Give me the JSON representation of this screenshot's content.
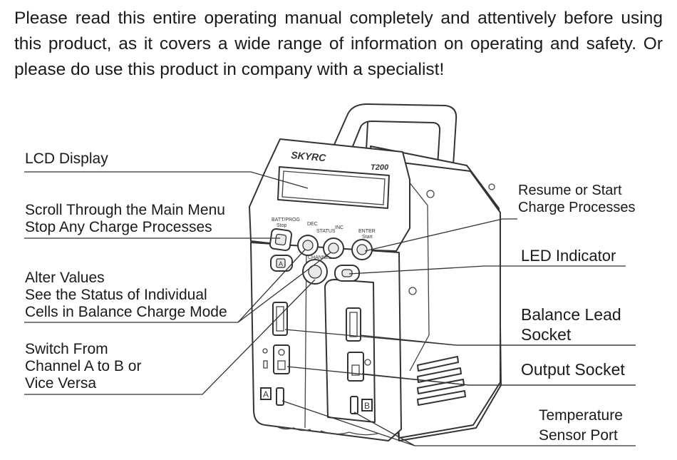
{
  "intro": "Please read this entire operating manual completely and attentively before using this product, as it covers a wide range of information on operating and safety. Or please do use this product in company with a specialist!",
  "device": {
    "brand": "SKYRC",
    "model": "T200",
    "buttons": {
      "batt_prog": "BATT/PROG",
      "stop": "Stop",
      "dec": "DEC",
      "inc": "INC",
      "status": "STATUS",
      "enter": "ENTER",
      "start": "Start",
      "channel": "CHANNEL",
      "a": "A"
    },
    "channel_a": "A",
    "channel_b": "B"
  },
  "labels": {
    "lcd": [
      "LCD Display"
    ],
    "scroll": [
      "Scroll Through the Main Menu",
      "Stop Any Charge Processes"
    ],
    "alter": [
      "Alter Values",
      "See the Status of Individual",
      "Cells in Balance Charge Mode"
    ],
    "switch": [
      "Switch From",
      "Channel A to B or",
      "Vice Versa"
    ],
    "resume": [
      "Resume or Start",
      "Charge Processes"
    ],
    "led": [
      "LED Indicator"
    ],
    "balance": [
      "Balance Lead",
      "Socket"
    ],
    "output": [
      "Output Socket"
    ],
    "temp": [
      "Temperature",
      "Sensor Port"
    ]
  }
}
